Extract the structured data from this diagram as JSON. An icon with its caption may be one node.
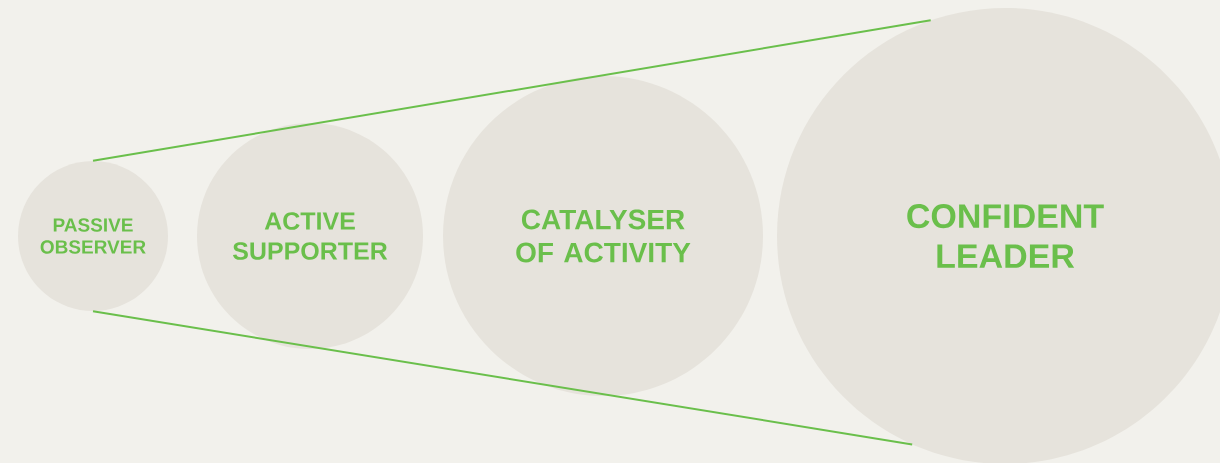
{
  "diagram": {
    "nodes": [
      {
        "text": [
          "PASSIVE OBSERVER"
        ]
      },
      {
        "text": [
          "ACTIVE SUPPORTER"
        ]
      },
      {
        "text": [
          "CATALYSER OF ACTIVITY"
        ]
      },
      {
        "text": [
          "CONFIDENT LEADER"
        ]
      }
    ],
    "edges": [
      {
        "from": 0,
        "to": 3,
        "arrow": "none"
      },
      {
        "from": 0,
        "to": 3,
        "arrow": "none"
      }
    ]
  }
}
